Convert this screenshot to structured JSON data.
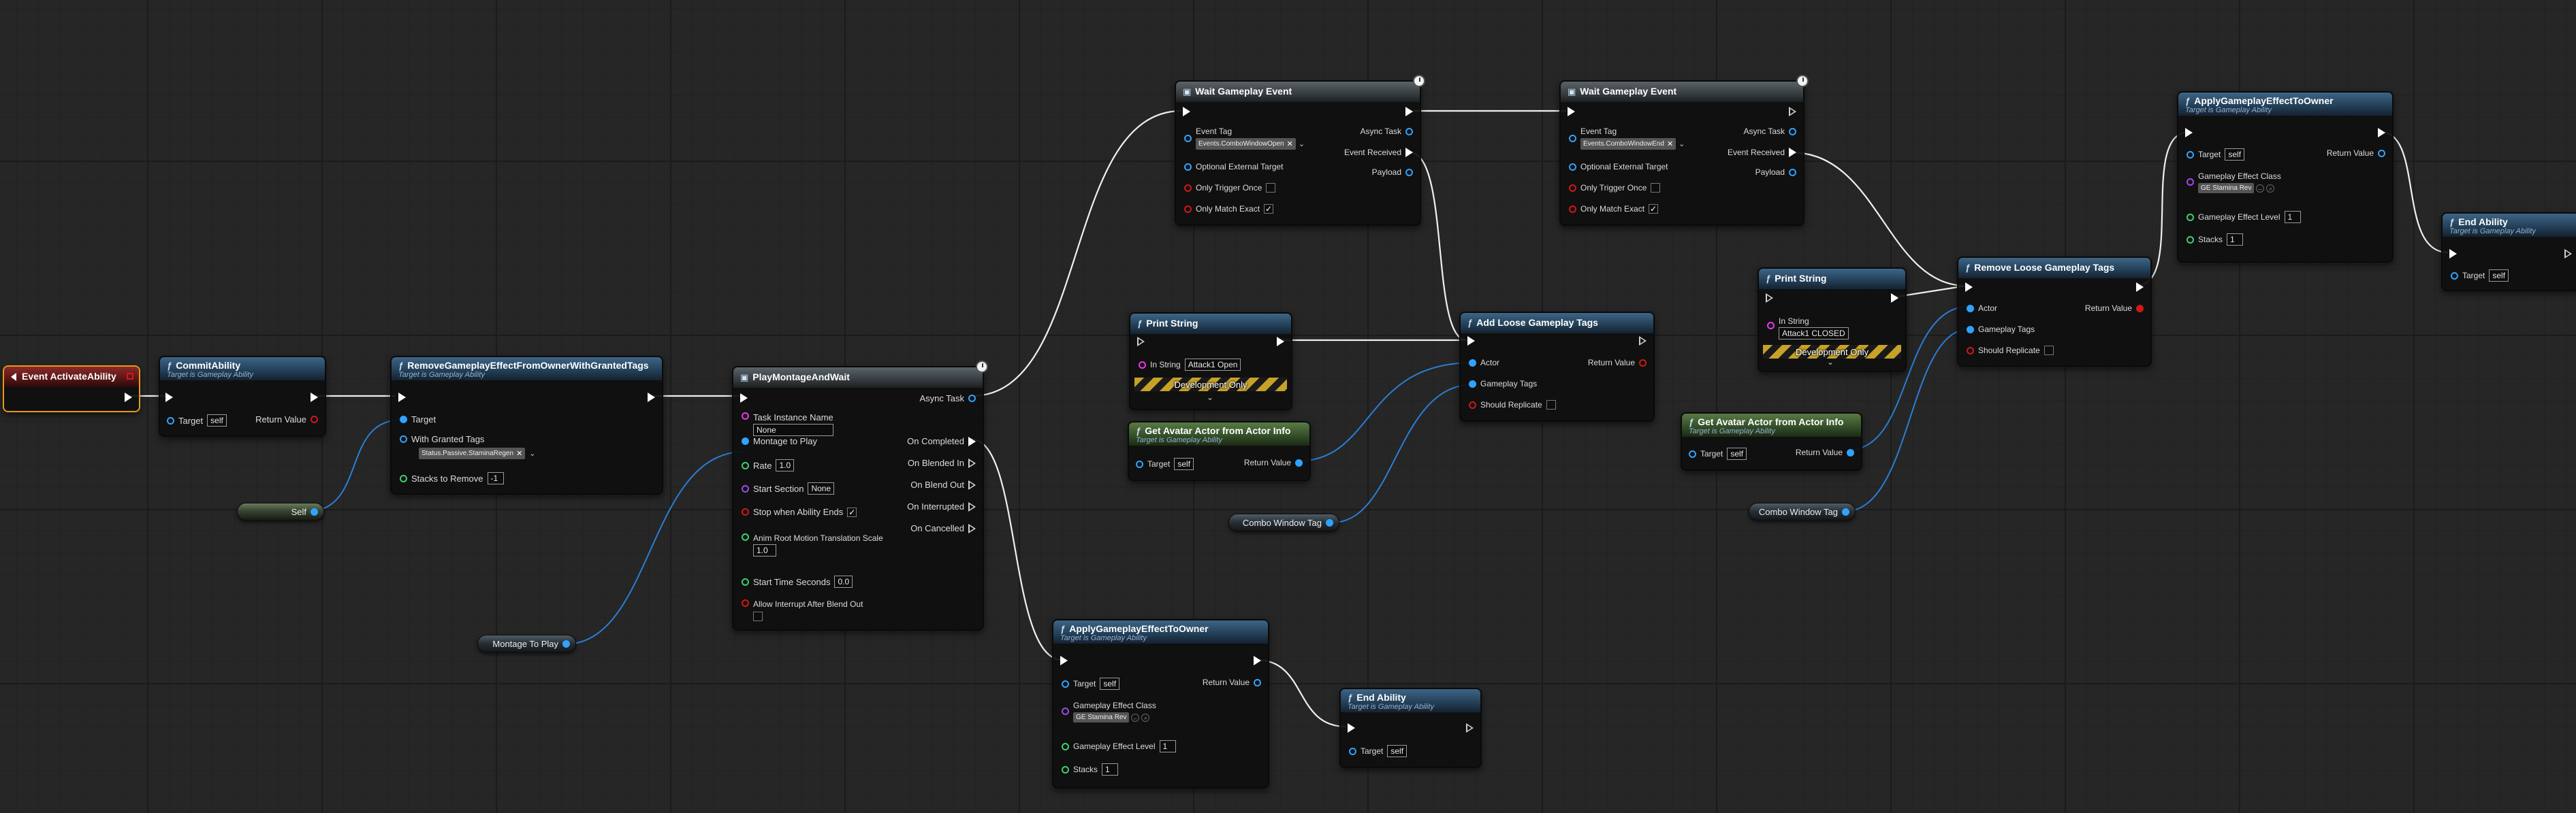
{
  "nodes": {
    "event_activate": {
      "title": "Event ActivateAbility"
    },
    "commit_ability": {
      "title": "CommitAbility",
      "subtitle": "Target is Gameplay Ability",
      "target_label": "Target",
      "target_value": "self",
      "return_label": "Return Value"
    },
    "remove_ge": {
      "title": "RemoveGameplayEffectFromOwnerWithGrantedTags",
      "subtitle": "Target is Gameplay Ability",
      "target_label": "Target",
      "granted_tags_label": "With Granted Tags",
      "granted_tags_value": "Status.Passive.StaminaRegen",
      "stacks_label": "Stacks to Remove",
      "stacks_value": "-1"
    },
    "play_montage": {
      "title": "PlayMontageAndWait",
      "task_instance_label": "Task Instance Name",
      "task_instance_value": "None",
      "montage_label": "Montage to Play",
      "rate_label": "Rate",
      "rate_value": "1.0",
      "start_section_label": "Start Section",
      "start_section_value": "None",
      "stop_label": "Stop when Ability Ends",
      "anim_root_label": "Anim Root Motion Translation Scale",
      "anim_root_value": "1.0",
      "start_time_label": "Start Time Seconds",
      "start_time_value": "0.0",
      "allow_interrupt_label": "Allow Interrupt After Blend Out",
      "async_task": "Async Task",
      "on_completed": "On Completed",
      "on_blended_in": "On Blended In",
      "on_blend_out": "On Blend Out",
      "on_interrupted": "On Interrupted",
      "on_cancelled": "On Cancelled"
    },
    "wait_event_1": {
      "title": "Wait Gameplay Event",
      "event_tag_label": "Event Tag",
      "event_tag_value": "Events.ComboWindowOpen",
      "optional_label": "Optional External Target",
      "only_once_label": "Only Trigger Once",
      "only_match_label": "Only Match Exact",
      "async_task": "Async Task",
      "event_received": "Event Received",
      "payload": "Payload"
    },
    "wait_event_2": {
      "title": "Wait Gameplay Event",
      "event_tag_label": "Event Tag",
      "event_tag_value": "Events.ComboWindowEnd",
      "optional_label": "Optional External Target",
      "only_once_label": "Only Trigger Once",
      "only_match_label": "Only Match Exact",
      "async_task": "Async Task",
      "event_received": "Event Received",
      "payload": "Payload"
    },
    "print_string_1": {
      "title": "Print String",
      "in_string_label": "In String",
      "in_string_value": "Attack1 Open",
      "dev_only": "Development Only"
    },
    "print_string_2": {
      "title": "Print String",
      "in_string_label": "In String",
      "in_string_value": "Attack1 CLOSED",
      "dev_only": "Development Only"
    },
    "add_loose": {
      "title": "Add Loose Gameplay Tags",
      "actor_label": "Actor",
      "tags_label": "Gameplay Tags",
      "replicate_label": "Should Replicate",
      "return_label": "Return Value"
    },
    "remove_loose": {
      "title": "Remove Loose Gameplay Tags",
      "actor_label": "Actor",
      "tags_label": "Gameplay Tags",
      "replicate_label": "Should Replicate",
      "return_label": "Return Value"
    },
    "get_avatar_1": {
      "title": "Get Avatar Actor from Actor Info",
      "subtitle": "Target is Gameplay Ability",
      "target_label": "Target",
      "target_value": "self",
      "return_label": "Return Value"
    },
    "get_avatar_2": {
      "title": "Get Avatar Actor from Actor Info",
      "subtitle": "Target is Gameplay Ability",
      "target_label": "Target",
      "target_value": "self",
      "return_label": "Return Value"
    },
    "apply_ge_1": {
      "title": "ApplyGameplayEffectToOwner",
      "subtitle": "Target is Gameplay Ability",
      "target_label": "Target",
      "target_value": "self",
      "class_label": "Gameplay Effect Class",
      "class_value": "GE Stamina Rev",
      "level_label": "Gameplay Effect Level",
      "level_value": "1",
      "stacks_label": "Stacks",
      "stacks_value": "1",
      "return_label": "Return Value"
    },
    "apply_ge_2": {
      "title": "ApplyGameplayEffectToOwner",
      "subtitle": "Target is Gameplay Ability",
      "target_label": "Target",
      "target_value": "self",
      "class_label": "Gameplay Effect Class",
      "class_value": "GE Stamina Rev",
      "level_label": "Gameplay Effect Level",
      "level_value": "1",
      "stacks_label": "Stacks",
      "stacks_value": "1",
      "return_label": "Return Value"
    },
    "end_ability_1": {
      "title": "End Ability",
      "subtitle": "Target is Gameplay Ability",
      "target_label": "Target",
      "target_value": "self"
    },
    "end_ability_2": {
      "title": "End Ability",
      "subtitle": "Target is Gameplay Ability",
      "target_label": "Target",
      "target_value": "self"
    }
  },
  "variables": {
    "self": "Self",
    "montage_to_play": "Montage To Play",
    "combo_window_tag_1": "Combo Window Tag",
    "combo_window_tag_2": "Combo Window Tag"
  },
  "icons": {
    "check": "✓",
    "chevron": "⌄",
    "clear": "✕"
  },
  "colors": {
    "exec": "#ffffff",
    "object": "#2fa3ff",
    "bool": "#d01818",
    "string": "#e838e8",
    "int": "#3bd16f",
    "tag": "#2fa3ff",
    "event_border": "#e69a18"
  }
}
